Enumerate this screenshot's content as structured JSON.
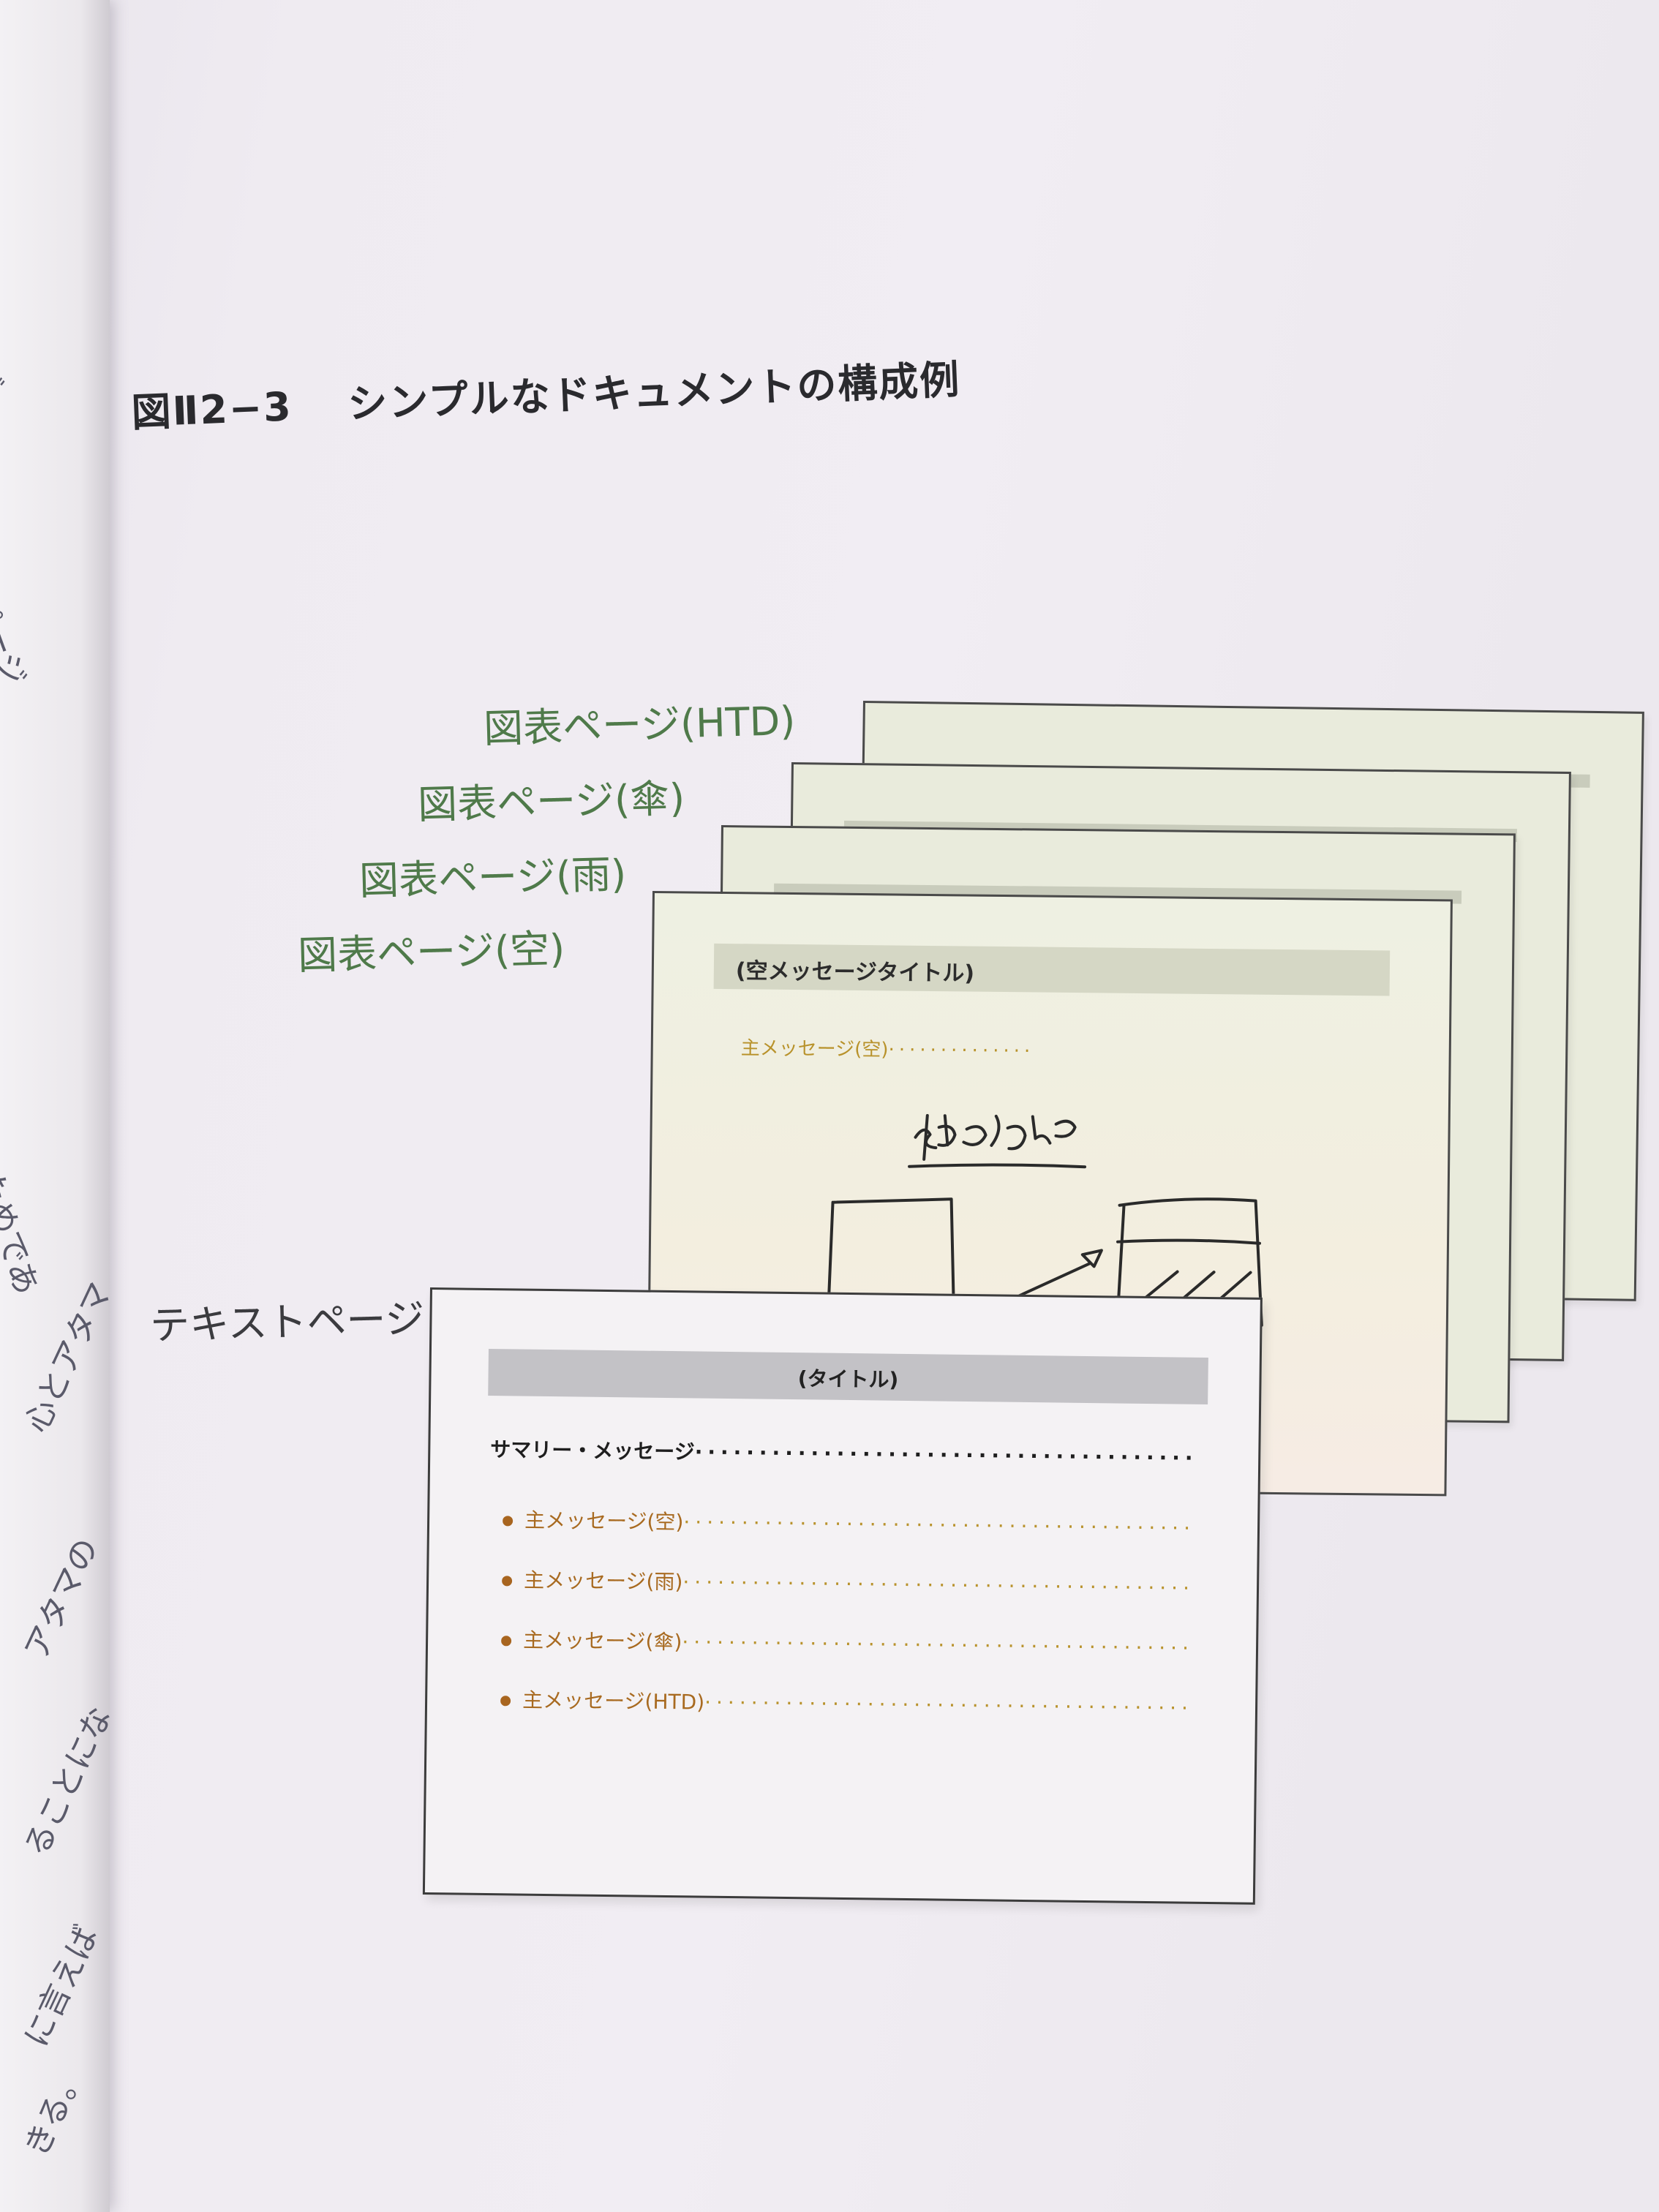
{
  "figure": {
    "title": "図Ⅱ2−3　シンプルなドキュメントの構成例",
    "title_label": "図Ⅱ2−3",
    "title_text": "シンプルなドキュメントの構成例"
  },
  "layers": [
    {
      "label": "図表ページ(HTD)"
    },
    {
      "label": "図表ページ(傘)"
    },
    {
      "label": "図表ページ(雨)"
    },
    {
      "label": "図表ページ(空)"
    }
  ],
  "front_diagram_page": {
    "title": "(空メッセージタイトル)",
    "main_message": "主メッセージ(空)",
    "handwriting": "構成要素"
  },
  "text_page": {
    "label": "テキストページ",
    "title": "(タイトル)",
    "summary": "サマリー・メッセージ",
    "items": [
      "主メッセージ(空)",
      "主メッセージ(雨)",
      "主メッセージ(傘)",
      "主メッセージ(HTD)"
    ]
  },
  "left_page_edge": [
    "が、",
    "ページ",
    "ためであ",
    "心とアタマ",
    "アタマの",
    "ることにな",
    "に言えば",
    "きる。"
  ],
  "colors": {
    "layer_label": "#4f7a4a",
    "sheet_fill": "#e9ebdc",
    "message_gold": "#b8922b",
    "bullet_brown": "#a8651f"
  }
}
